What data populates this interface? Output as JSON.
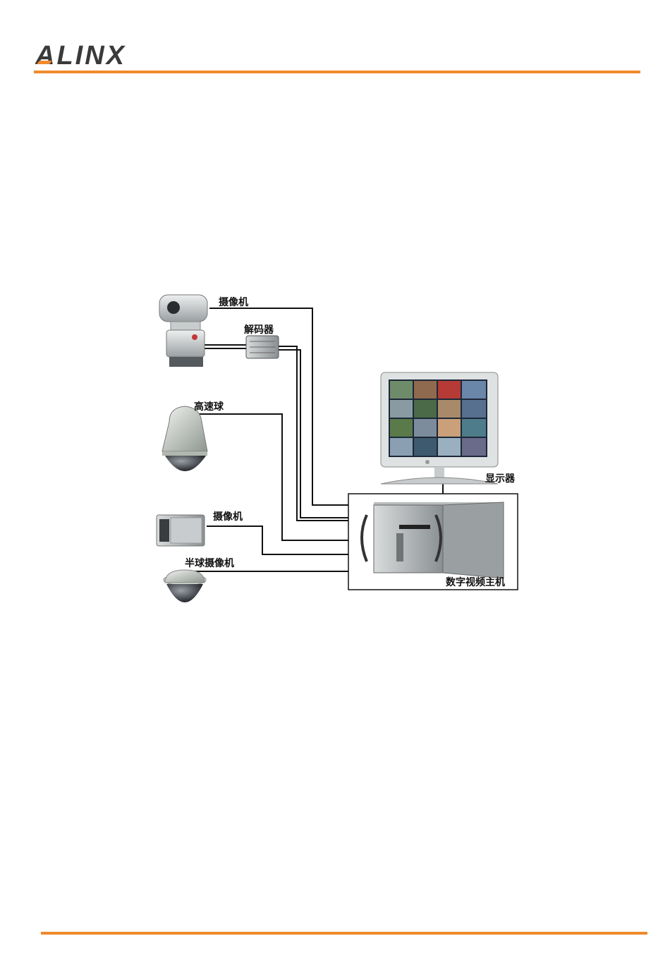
{
  "brand": {
    "name": "ALINX",
    "accent": "#f08a2c",
    "text_color": "#3a3a3a"
  },
  "diagram": {
    "labels": {
      "camera_top": "摄像机",
      "decoder": "解码器",
      "speed_dome": "高速球",
      "box_camera": "摄像机",
      "half_dome": "半球摄像机",
      "monitor": "显示器",
      "dvr_host": "数字视频主机"
    }
  }
}
